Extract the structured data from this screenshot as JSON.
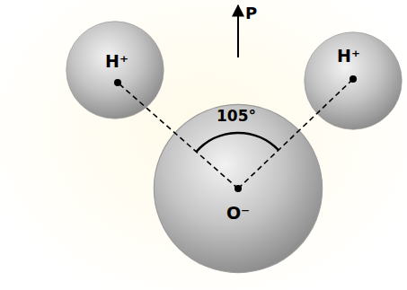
{
  "diagram": {
    "nodes": [
      {
        "text": [
          "H⁺"
        ]
      },
      {
        "text": [
          "O⁻"
        ]
      },
      {
        "text": [
          "H⁺"
        ]
      }
    ],
    "edges": [
      {
        "from": 1,
        "to": 0,
        "arrow": "none"
      },
      {
        "from": 1,
        "to": 2,
        "arrow": "none"
      }
    ],
    "labels": [
      "105°",
      "P"
    ]
  }
}
